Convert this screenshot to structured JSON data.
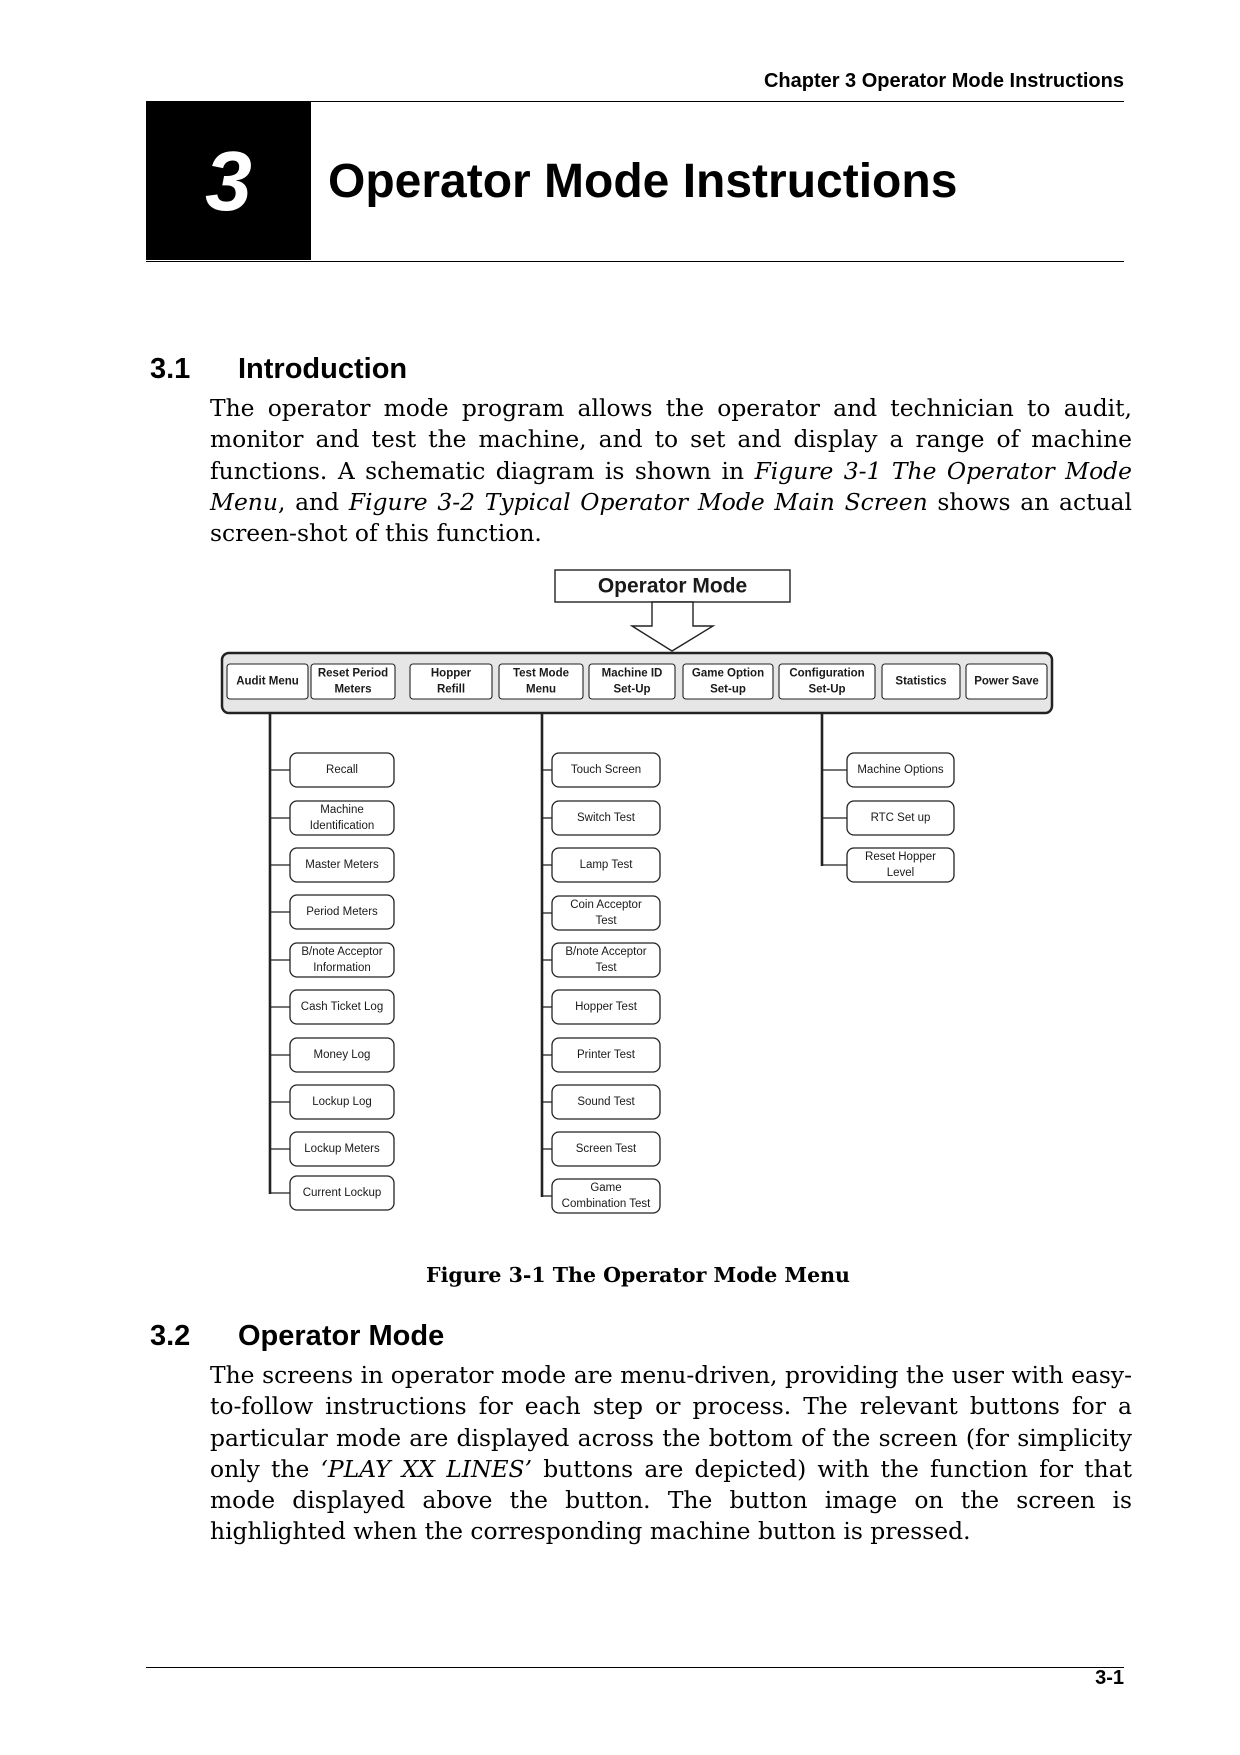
{
  "header": {
    "running_title": "Chapter 3 Operator Mode Instructions",
    "chapter_number": "3",
    "chapter_title": "Operator Mode Instructions"
  },
  "section1": {
    "number": "3.1",
    "title": "Introduction",
    "paragraph": [
      {
        "t": "The operator mode program allows the operator and technician to audit, monitor and test the machine, and to set and display a range of machine functions.  A schematic diagram is shown in "
      },
      {
        "t": "Figure 3-1 The Operator Mode Menu",
        "i": true
      },
      {
        "t": ", and "
      },
      {
        "t": "Figure 3-2 Typical Operator Mode Main Screen",
        "i": true
      },
      {
        "t": " shows an actual screen-shot of this function."
      }
    ]
  },
  "diagram": {
    "root": "Operator Mode",
    "menu": [
      [
        "Audit Menu"
      ],
      [
        "Reset Period",
        "Meters"
      ],
      [
        "Hopper",
        "Refill"
      ],
      [
        "Test Mode",
        "Menu"
      ],
      [
        "Machine ID",
        "Set-Up"
      ],
      [
        "Game Option",
        "Set-up"
      ],
      [
        "Configuration",
        "Set-Up"
      ],
      [
        "Statistics"
      ],
      [
        "Power Save"
      ]
    ],
    "audit_items": [
      [
        "Recall"
      ],
      [
        "Machine",
        "Identification"
      ],
      [
        "Master Meters"
      ],
      [
        "Period Meters"
      ],
      [
        "B/note Acceptor",
        "Information"
      ],
      [
        "Cash Ticket  Log"
      ],
      [
        "Money Log"
      ],
      [
        "Lockup Log"
      ],
      [
        "Lockup Meters"
      ],
      [
        "Current Lockup"
      ]
    ],
    "test_items": [
      [
        "Touch Screen"
      ],
      [
        "Switch Test"
      ],
      [
        "Lamp Test"
      ],
      [
        "Coin Acceptor",
        "Test"
      ],
      [
        "B/note Acceptor",
        "Test"
      ],
      [
        "Hopper Test"
      ],
      [
        "Printer Test"
      ],
      [
        "Sound Test"
      ],
      [
        "Screen Test"
      ],
      [
        "Game",
        "Combination Test"
      ]
    ],
    "config_items": [
      [
        "Machine Options"
      ],
      [
        "RTC Set up"
      ],
      [
        "Reset Hopper",
        "Level"
      ]
    ]
  },
  "figure_caption": "Figure 3-1 The Operator Mode Menu",
  "section2": {
    "number": "3.2",
    "title": "Operator Mode",
    "paragraph": [
      {
        "t": "The screens in operator mode are menu-driven, providing the user with easy-to-follow instructions for each step or process.  The relevant buttons for a particular mode are displayed across the bottom of the screen (for simplicity only the "
      },
      {
        "t": "‘PLAY XX LINES’",
        "i": true
      },
      {
        "t": " buttons are depicted) with the function for that mode displayed above the button.  The button image on the screen is highlighted when the corresponding machine button is pressed."
      }
    ]
  },
  "footer": {
    "page_number": "3-1"
  }
}
